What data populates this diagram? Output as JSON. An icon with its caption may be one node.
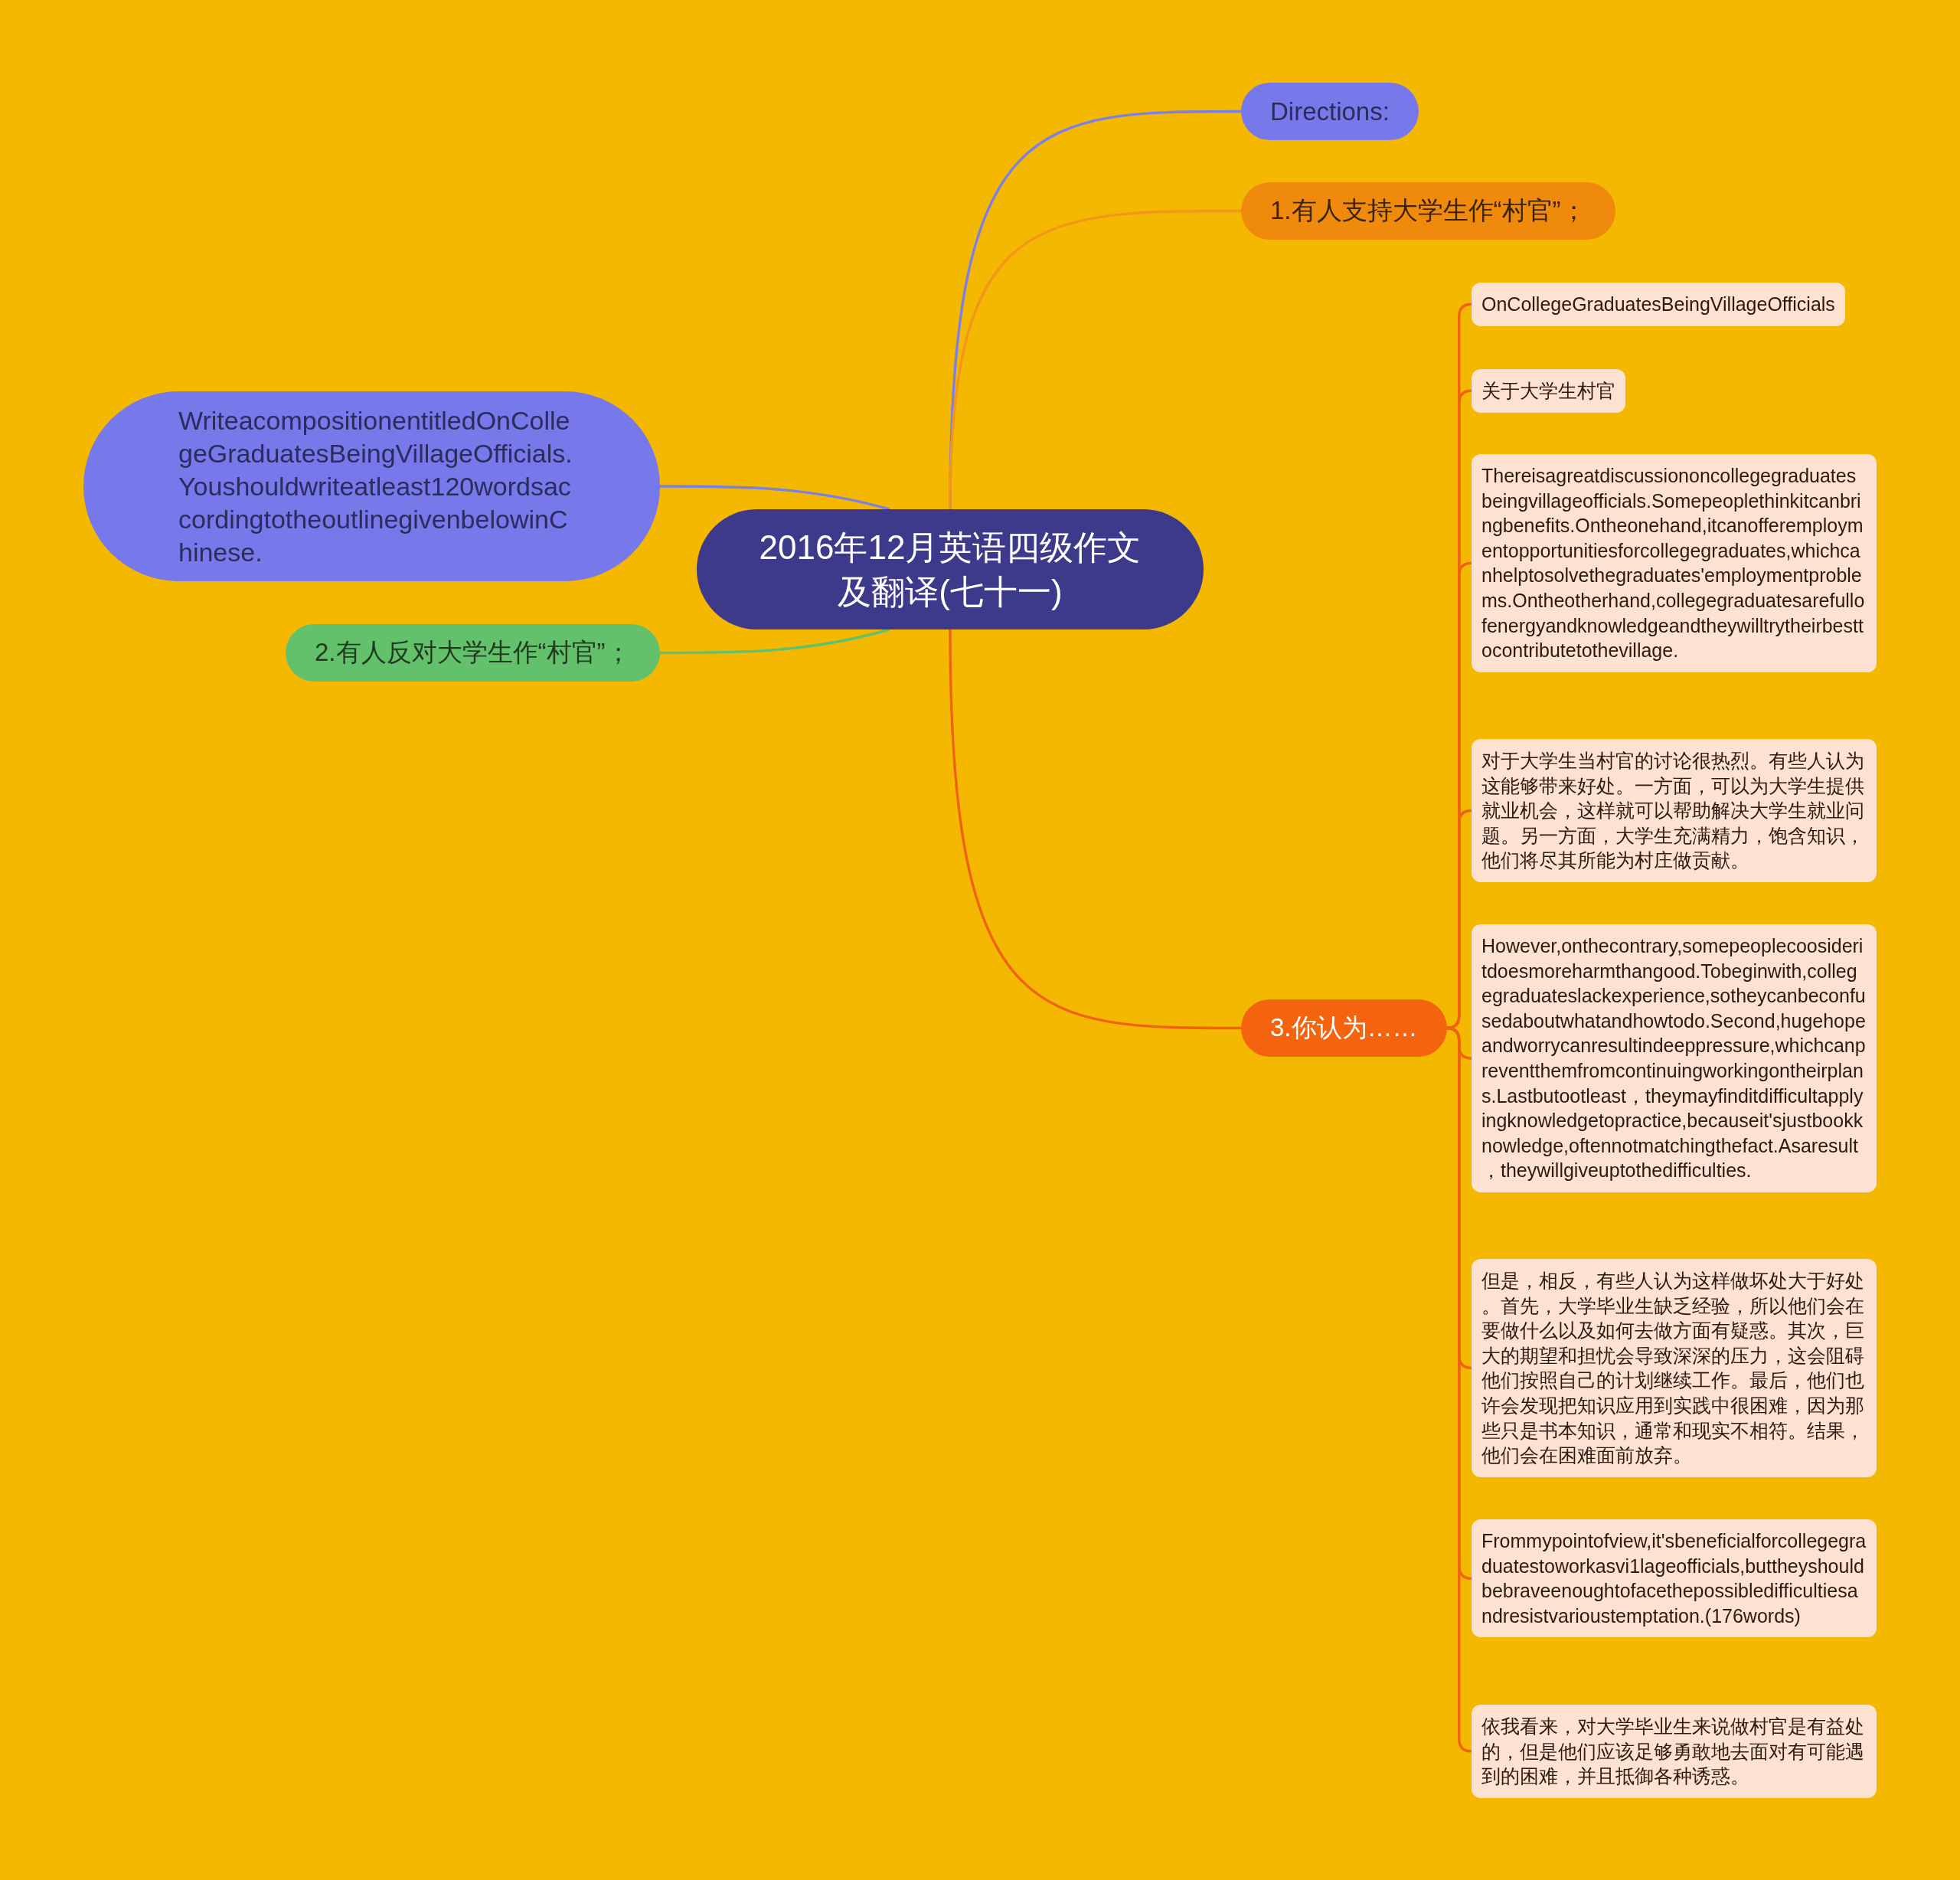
{
  "diagram": {
    "nodes": [
      {
        "text": [
          "2016年12月英语四级作文及翻译(七十一)"
        ]
      },
      {
        "text": [
          "Directions:"
        ]
      },
      {
        "text": [
          "1.有人支持大学生作“村官”；"
        ]
      },
      {
        "text": [
          "WriteacompositionentitledOnCollegeGraduatesBeingVillageOfficials.Youshouldwriteatleast120wordsaccordingtotheoutlinegivenbelowinChinese."
        ]
      },
      {
        "text": [
          "2.有人反对大学生作“村官”；"
        ]
      },
      {
        "text": [
          "3.你认为……"
        ]
      },
      {
        "text": [
          "OnCollegeGraduatesBeingVillageOfficials"
        ]
      },
      {
        "text": [
          "关于大学生村官"
        ]
      },
      {
        "text": [
          "Thereisagreatdiscussiononcollegegraduatesbeingvillageofficials.Somepeoplethinkitcanbringbenefits.Ontheonehand,itcanofferemploymentopportunitiesforcollegegraduates,whichcanhelptosolvethegraduates'employmentproblems.Ontheotherhand,collegegraduatesarefullofenergyandknowledgeandtheywilltrytheirbesttocontributetothevillage."
        ]
      },
      {
        "text": [
          "对于大学生当村官的讨论很热烈。有些人认为这能够带来好处。一方面，可以为大学生提供就业机会，这样就可以帮助解决大学生就业问题。另一方面，大学生充满精力，饱含知识，他们将尽其所能为村庄做贡献。"
        ]
      },
      {
        "text": [
          "However,onthecontrary,somepeoplecoosideritdoesmoreharmthangood.Tobeginwith,collegegraduateslackexperience,sotheycanbeconfusedaboutwhatandhowtodo.Second,hugehopeandworrycanresultindeeppressure,whichcanpreventthemfromcontinuingworkingontheirplans.Lastbutootleast，theymayfinditdifficultapplyingknowledgetopractice,becauseit'sjustbookknowledge,oftennotmatchingthefact.Asaresult，theywillgiveuptothedifficulties."
        ]
      },
      {
        "text": [
          "但是，相反，有些人认为这样做坏处大于好处。首先，大学毕业生缺乏经验，所以他们会在要做什么以及如何去做方面有疑惑。其次，巨大的期望和担忧会导致深深的压力，这会阻碍他们按照自己的计划继续工作。最后，他们也许会发现把知识应用到实践中很困难，因为那些只是书本知识，通常和现实不相符。结果，他们会在困难面前放弃。"
        ]
      },
      {
        "text": [
          "Frommypointofview,it'sbeneficialforcollegegraduatestoworkasvi1lageofficials,buttheyshouldbebraveenoughtofacethepossibledifficultiesandresistvarioustemptation.(176words)"
        ]
      },
      {
        "text": [
          "依我看来，对大学毕业生来说做村官是有益处的，但是他们应该足够勇敢地去面对有可能遇到的困难，并且抵御各种诱惑。"
        ]
      }
    ],
    "edges": [
      {
        "from": 0,
        "to": 1,
        "arrow": "none",
        "color": "#7b80e6"
      },
      {
        "from": 0,
        "to": 2,
        "arrow": "none",
        "color": "#f3961c"
      },
      {
        "from": 0,
        "to": 3,
        "arrow": "none",
        "color": "#7b80e6"
      },
      {
        "from": 0,
        "to": 4,
        "arrow": "none",
        "color": "#63c06b"
      },
      {
        "from": 0,
        "to": 5,
        "arrow": "none"
      },
      {
        "from": 5,
        "to": 6,
        "arrow": "none"
      },
      {
        "from": 5,
        "to": 7,
        "arrow": "none"
      },
      {
        "from": 5,
        "to": 8,
        "arrow": "none"
      },
      {
        "from": 5,
        "to": 9,
        "arrow": "none"
      },
      {
        "from": 5,
        "to": 10,
        "arrow": "none"
      },
      {
        "from": 5,
        "to": 11,
        "arrow": "none"
      },
      {
        "from": 5,
        "to": 12,
        "arrow": "none"
      },
      {
        "from": 5,
        "to": 13,
        "arrow": "none"
      }
    ]
  }
}
